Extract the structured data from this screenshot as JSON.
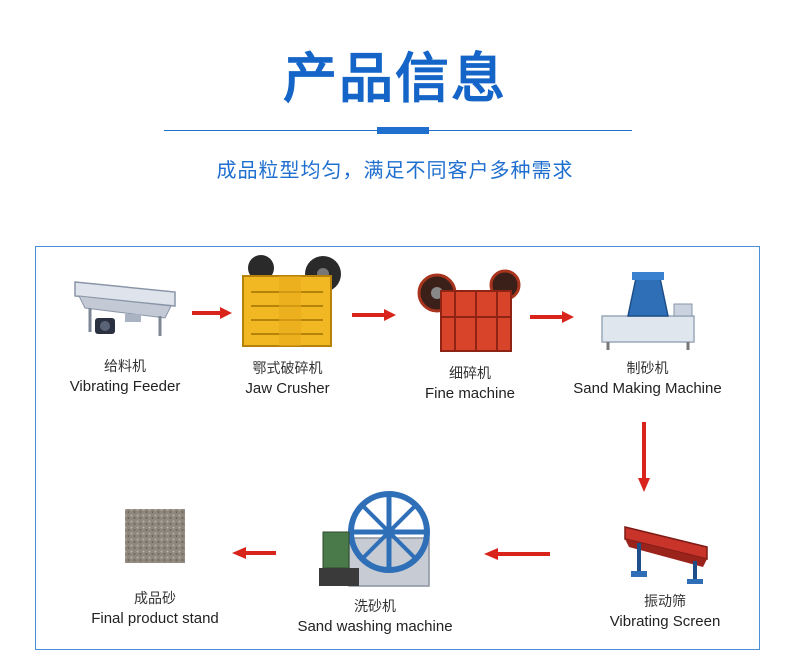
{
  "header": {
    "title": "产品信息",
    "subtitle": "成品粒型均匀，满足不同客户多种需求"
  },
  "process": [
    {
      "cn": "给料机",
      "en": "Vibrating Feeder"
    },
    {
      "cn": "鄂式破碎机",
      "en": "Jaw Crusher"
    },
    {
      "cn": "细碎机",
      "en": "Fine machine"
    },
    {
      "cn": "制砂机",
      "en": "Sand Making Machine"
    },
    {
      "cn": "振动筛",
      "en": "Vibrating Screen"
    },
    {
      "cn": "洗砂机",
      "en": "Sand washing machine"
    },
    {
      "cn": "成品砂",
      "en": "Final product stand"
    }
  ],
  "colors": {
    "brand_blue": "#1565c8",
    "arrow_red": "#d9241c",
    "frame_blue": "#4a8fd8"
  }
}
